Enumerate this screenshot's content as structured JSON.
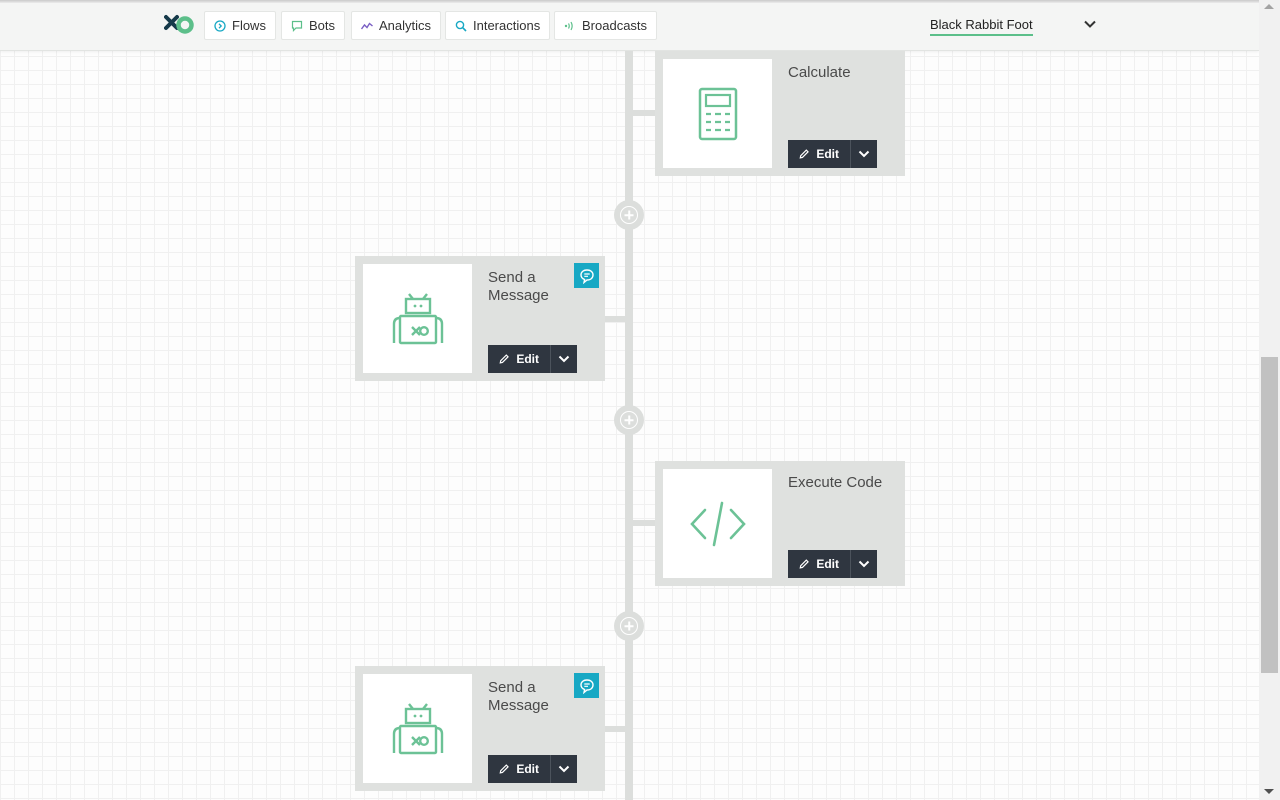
{
  "nav": {
    "logo_icon": "xo-logo",
    "items": [
      {
        "label": "Flows",
        "icon": "flows-icon"
      },
      {
        "label": "Bots",
        "icon": "chat-bubble-icon"
      },
      {
        "label": "Analytics",
        "icon": "analytics-icon"
      },
      {
        "label": "Interactions",
        "icon": "search-icon"
      },
      {
        "label": "Broadcasts",
        "icon": "broadcast-icon"
      }
    ],
    "account_name": "Black Rabbit Foot"
  },
  "flow": {
    "cards": [
      {
        "title": "Calculate",
        "icon": "calculator-icon",
        "edit_label": "Edit"
      },
      {
        "title": "Send a Message",
        "icon": "robot-icon",
        "badge": "chat-badge-icon",
        "edit_label": "Edit"
      },
      {
        "title": "Execute Code",
        "icon": "code-icon",
        "edit_label": "Edit"
      },
      {
        "title": "Send a Message",
        "icon": "robot-icon",
        "badge": "chat-badge-icon",
        "edit_label": "Edit"
      }
    ]
  },
  "colors": {
    "accent_green": "#5cbf8a",
    "badge_teal": "#17a8c4",
    "button_dark": "#2f3640",
    "card_bg": "#dfe1df"
  }
}
